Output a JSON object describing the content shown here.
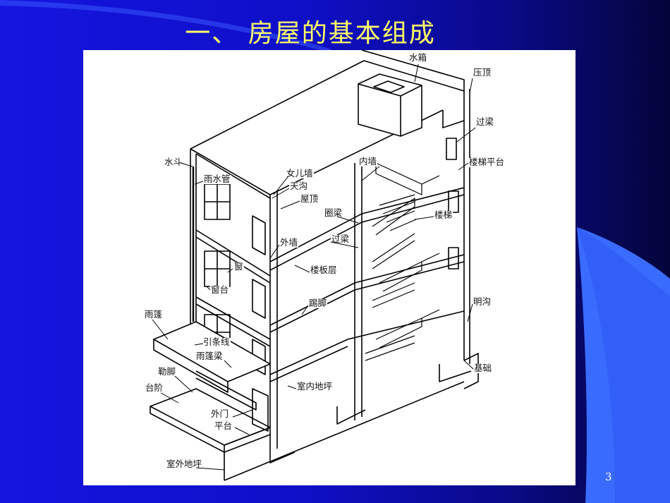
{
  "slide": {
    "title": "一、 房屋的基本组成",
    "page_number": "3"
  },
  "diagram": {
    "labels": {
      "water_tank": "水箱",
      "coping": "压顶",
      "lintel_right": "过梁",
      "stair_landing": "楼梯平台",
      "rain_head": "水斗",
      "downpipe": "雨水管",
      "parapet": "女儿墙",
      "gutter": "天沟",
      "roof": "屋顶",
      "inner_wall": "内墙",
      "ring_beam": "圈梁",
      "stairs": "楼梯",
      "outer_wall": "外墙",
      "lintel_mid": "过梁",
      "window": "窗",
      "floor_slab": "楼板层",
      "window_sill": "窗台",
      "skirting": "踢脚",
      "open_drain": "明沟",
      "canopy": "雨篷",
      "drip_line": "引条线",
      "canopy_beam": "雨篷梁",
      "foundation": "基础",
      "plinth": "勒脚",
      "indoor_floor": "室内地坪",
      "steps": "台阶",
      "outer_door": "外门",
      "platform": "平台",
      "outdoor_ground": "室外地坪"
    }
  }
}
